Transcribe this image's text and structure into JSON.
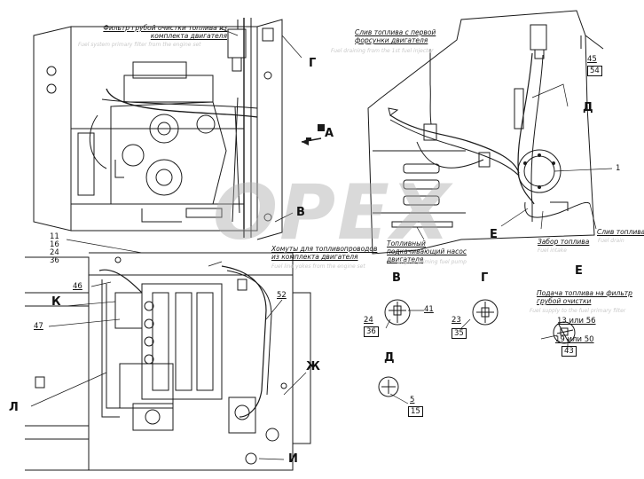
{
  "annotations": {
    "coarse_filter_ru": "Фильтр грубой очистки топлива из комплекта двигателя",
    "coarse_filter_en": "Fuel system primary filter from the engine set",
    "drain_first_ru": "Слив топлива с первой форсунки двигателя",
    "drain_first_en": "Fuel draining from the 1st fuel injector",
    "priming_pump_ru": "Топливный подкачивающий насос двигателя",
    "priming_pump_en": "Engine priming fuel pump",
    "fuel_intake_ru": "Забор топлива",
    "fuel_intake_en": "Fuel intake",
    "fuel_drain_ru": "Слив топлива",
    "fuel_drain_en": "Fuel drain",
    "yokes_ru": "Хомуты для топливопроводов из комплекта двигателя",
    "yokes_en": "Fuel line yokes from the engine set",
    "supply_ru": "Подача топлива на фильтр грубой очистки",
    "supply_en": "Fuel supply to the fuel primary filter"
  },
  "letters": {
    "A": "А",
    "B": "В",
    "G": "Г",
    "D": "Д",
    "E": "Е",
    "K": "К",
    "L": "Л",
    "Zh": "Ж",
    "I": "И"
  },
  "detail_titles": {
    "B": "В",
    "G": "Г",
    "D": "Д",
    "E": "Е"
  },
  "numbers": {
    "n45": "45",
    "n54": "54",
    "n1": "1",
    "n11": "11",
    "n16": "16",
    "n24": "24",
    "n36": "36",
    "n46": "46",
    "n47": "47",
    "n52": "52",
    "n41": "41",
    "d24": "24",
    "d36": "36",
    "n23": "23",
    "n35": "35",
    "n5": "5",
    "n15": "15",
    "n13_56": "13 или 56",
    "n19_50": "19 или 50",
    "n43": "43"
  },
  "watermark": "OPEX"
}
